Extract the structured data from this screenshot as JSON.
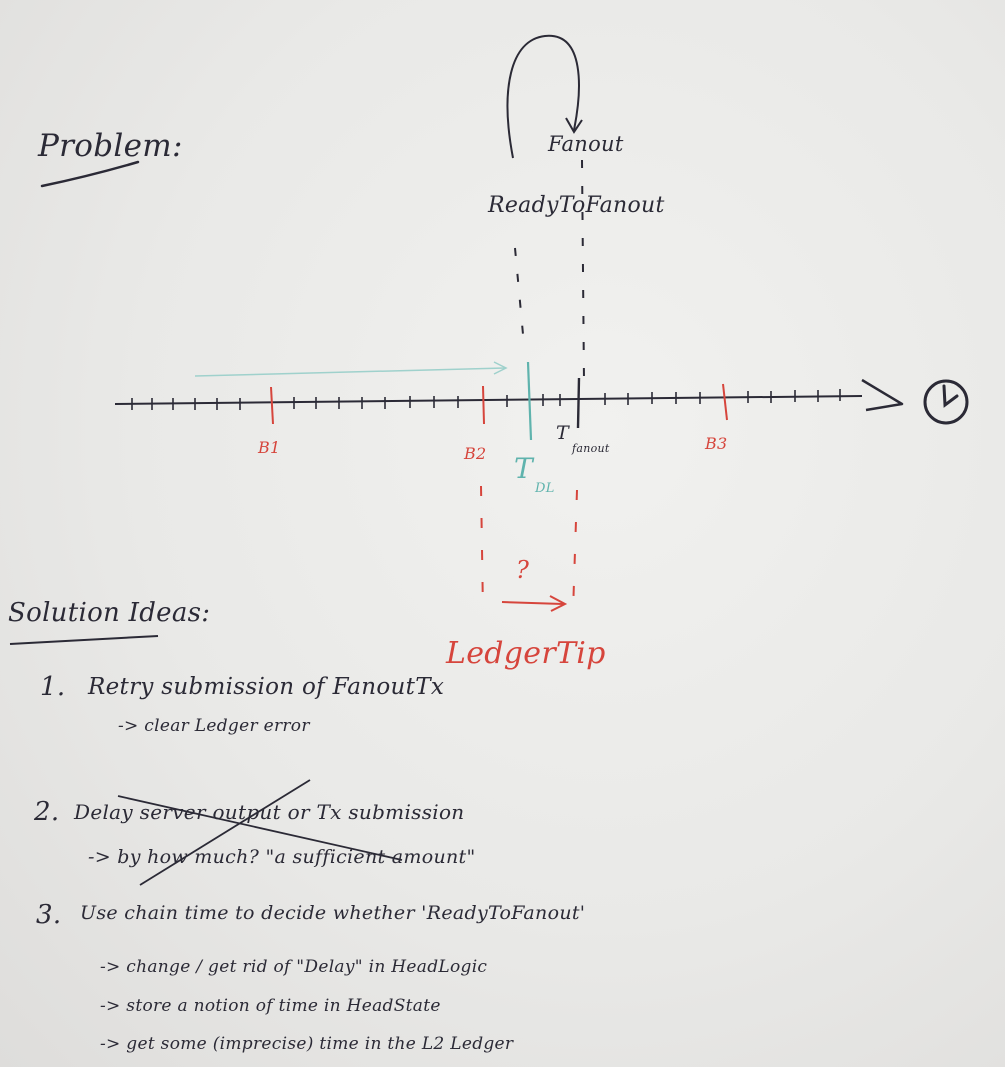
{
  "title": "Problem:",
  "labels": {
    "fanout": "Fanout",
    "ready_to_fanout": "ReadyToFanout",
    "clock_icon": "clock-icon",
    "b1": "B1",
    "b2": "B2",
    "b3": "B3",
    "t_fanout": "T",
    "t_fanout_sub": "fanout",
    "t_dl": "T",
    "t_dl_sub": "DL",
    "question": "?",
    "ledger_tip": "LedgerTip"
  },
  "solutions": {
    "heading": "Solution Ideas:",
    "item1": {
      "number": "1.",
      "text": "Retry submission of FanoutTx",
      "sub1": "-> clear Ledger error"
    },
    "item2": {
      "number": "2.",
      "text": "Delay server output or Tx submission",
      "sub1": "-> by how much? \"a sufficient amount\""
    },
    "item3": {
      "number": "3.",
      "text": "Use chain time to decide whether 'ReadyToFanout'",
      "sub1": "-> change / get rid of \"Delay\" in HeadLogic",
      "sub2": "-> store a notion of time in HeadState",
      "sub3": "-> get some (imprecise) time in the L2 Ledger"
    }
  },
  "colors": {
    "ink": "#2b2a36",
    "red": "#d6453c",
    "teal": "#5fb3ad"
  }
}
